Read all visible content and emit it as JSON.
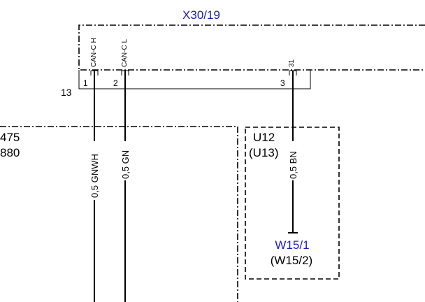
{
  "connector": {
    "label": "X30/19",
    "pin_count_label": "13",
    "pins": [
      {
        "number": "1",
        "signal": "CAN-C H"
      },
      {
        "number": "2",
        "signal": "CAN-C L"
      },
      {
        "number": "3",
        "signal": "31"
      }
    ]
  },
  "wires": [
    {
      "label": "0,5 GNWH"
    },
    {
      "label": "0,5 GN"
    },
    {
      "label": "0,5 BN"
    }
  ],
  "left_block": {
    "line1": "475",
    "line2": "880"
  },
  "module": {
    "name": "U12",
    "alt": "(U13)"
  },
  "ground": {
    "label": "W15/1",
    "alt": "(W15/2)"
  },
  "colors": {
    "reference_text": "#1a1acc",
    "line": "#000000"
  }
}
